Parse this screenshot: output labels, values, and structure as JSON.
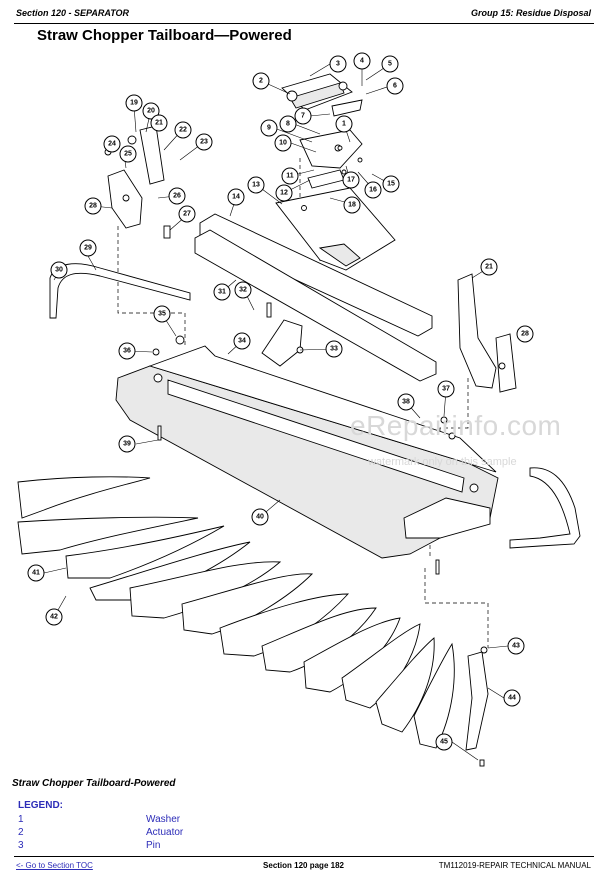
{
  "header": {
    "section": "Section 120 - SEPARATOR",
    "group": "Group 15: Residue Disposal"
  },
  "title": "Straw Chopper Tailboard—Powered",
  "diagram": {
    "callouts": [
      "1",
      "2",
      "3",
      "4",
      "5",
      "6",
      "7",
      "8",
      "9",
      "10",
      "11",
      "12",
      "13",
      "14",
      "15",
      "16",
      "17",
      "18",
      "19",
      "20",
      "21",
      "22",
      "23",
      "24",
      "25",
      "26",
      "27",
      "28",
      "29",
      "30",
      "31",
      "32",
      "33",
      "34",
      "35",
      "36",
      "37",
      "38",
      "39",
      "40",
      "41",
      "42",
      "43",
      "44",
      "45"
    ]
  },
  "watermark": {
    "brand": "eRepairinfo.com",
    "note": "watermark only on this sample"
  },
  "caption": "Straw Chopper Tailboard-Powered",
  "legend": {
    "title": "LEGEND:",
    "items": [
      {
        "num": "1",
        "desc": "Washer"
      },
      {
        "num": "2",
        "desc": "Actuator"
      },
      {
        "num": "3",
        "desc": "Pin"
      }
    ]
  },
  "footer": {
    "toc_link": "<- Go to Section TOC",
    "page": "Section 120 page 182",
    "manual": "TM112019-REPAIR TECHNICAL MANUAL"
  }
}
